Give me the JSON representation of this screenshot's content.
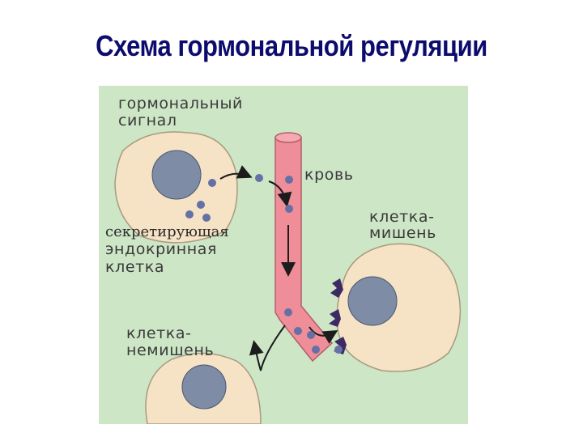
{
  "title": "Схема гормональной регуляции",
  "labels": {
    "hormonal_signal": [
      "гормональный",
      "сигнал"
    ],
    "blood": "кровь",
    "target_cell": [
      "клетка-",
      "мишень"
    ],
    "secreting_cell": [
      "секретирующая",
      "эндокринная",
      "клетка"
    ],
    "non_target_cell": [
      "клетка-",
      "немишень"
    ]
  },
  "colors": {
    "background": "#cde6c6",
    "cell": "#f6e2c4",
    "cell_outline": "#a89a80",
    "nucleus": "#7e8ca6",
    "vessel": "#ef8e99",
    "hormone": "#6470a6",
    "receptor": "#3c2a62",
    "title": "#0c0c6e"
  }
}
